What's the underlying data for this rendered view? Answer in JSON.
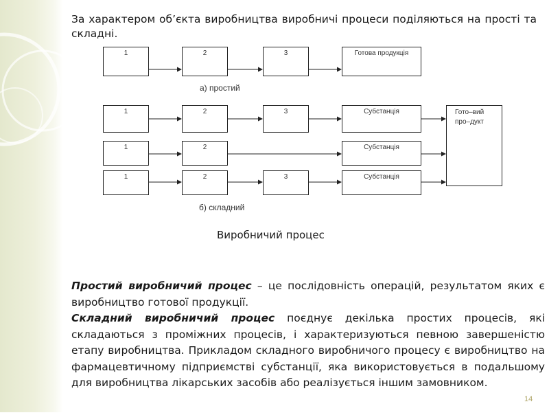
{
  "intro_text": "За характером об’єкта виробництва виробничі процеси поділяються на прості та складні.",
  "simple": {
    "steps": [
      "1",
      "2",
      "3"
    ],
    "product": "Готова продукція",
    "caption": "а) простий"
  },
  "complex": {
    "row1": [
      "1",
      "2",
      "3"
    ],
    "row2": [
      "1",
      "2"
    ],
    "row3": [
      "1",
      "2",
      "3"
    ],
    "substance": "Субстанція",
    "final_product": "Гото–вий про–дукт",
    "caption": "б) складний"
  },
  "diagram_title": "Виробничий процес",
  "definitions": {
    "simple_term": "Простий виробничий процес",
    "simple_text": " – це послідовність операцій, результатом яких є виробництво готової продукції.",
    "complex_term": "Складний виробничий процес",
    "complex_text": " поєднує декілька простих процесів, які складаються з проміжних процесів, і характеризуються певною завершеністю етапу виробництва. Прикладом складного виробничого процесу є виробництво на фармацевтичному підприємстві субстанції, яка використовується в подальшому для виробництва лікарських засобів або реалізується іншим замовником."
  },
  "page_number": "14",
  "colors": {
    "sidebar": "#e4e8cd",
    "page_number": "#b3a96e"
  }
}
